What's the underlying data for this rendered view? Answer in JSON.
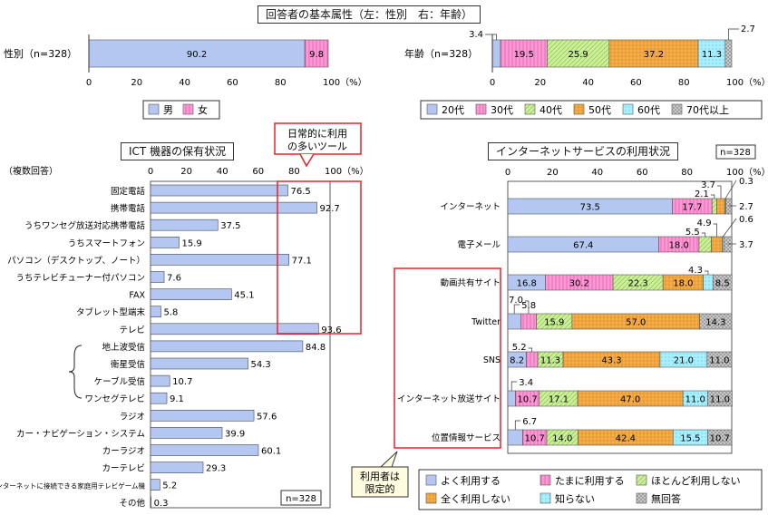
{
  "titles": {
    "demographics": "回答者の基本属性（左：性別　右：年齢）",
    "ict": "ICT 機器の保有状況",
    "internet": "インターネットサービスの利用状況",
    "callout_daily": "日常的に利用の多いツール",
    "callout_limited": "利用者は限定的",
    "multi_answer": "（複数回答）",
    "n_label_internet": "n=328",
    "n_label_ict": "n=328"
  },
  "colors": {
    "blue": "#b4c7f0",
    "pink": "#ff99d6",
    "green": "#ccf09a",
    "orange": "#f7b04b",
    "cyan": "#a8f0ff",
    "gray": "#c8c8c8",
    "callout_red": "#e8202a"
  },
  "chart_data": [
    {
      "id": "gender",
      "type": "bar",
      "orientation": "horizontal-stacked",
      "label": "性別（n=328）",
      "series": [
        {
          "name": "男",
          "values": [
            90.2
          ],
          "color": "#b4c7f0"
        },
        {
          "name": "女",
          "values": [
            9.8
          ],
          "color": "#ff99d6"
        }
      ],
      "xlim": [
        0,
        100
      ],
      "ticks": [
        "0",
        "20",
        "40",
        "60",
        "80",
        "100（%）"
      ]
    },
    {
      "id": "age",
      "type": "bar",
      "orientation": "horizontal-stacked",
      "label": "年齢（n=328）",
      "series": [
        {
          "name": "20代",
          "values": [
            3.4
          ],
          "color": "#b4c7f0"
        },
        {
          "name": "30代",
          "values": [
            19.5
          ],
          "color": "#ff99d6"
        },
        {
          "name": "40代",
          "values": [
            25.9
          ],
          "color": "#ccf09a"
        },
        {
          "name": "50代",
          "values": [
            37.2
          ],
          "color": "#f7b04b"
        },
        {
          "name": "60代",
          "values": [
            11.3
          ],
          "color": "#a8f0ff"
        },
        {
          "name": "70代以上",
          "values": [
            2.7
          ],
          "color": "#c8c8c8"
        }
      ],
      "xlim": [
        0,
        100
      ],
      "ticks": [
        "0",
        "20",
        "40",
        "60",
        "80",
        "100（%）"
      ]
    },
    {
      "id": "ict",
      "type": "bar",
      "orientation": "horizontal",
      "categories": [
        "固定電話",
        "携帯電話",
        "うちワンセグ放送対応携帯電話",
        "うちスマートフォン",
        "パソコン（デスクトップ、ノート）",
        "うちテレビチューナー付パソコン",
        "FAX",
        "タブレット型端末",
        "テレビ",
        "地上波受信",
        "衛星受信",
        "ケーブル受信",
        "ワンセグテレビ",
        "ラジオ",
        "カー・ナビゲーション・システム",
        "カーラジオ",
        "カーテレビ",
        "インターネットに接続できる家庭用テレビゲーム機",
        "その他"
      ],
      "values": [
        76.5,
        92.7,
        37.5,
        15.9,
        77.1,
        7.6,
        45.1,
        5.8,
        93.6,
        84.8,
        54.3,
        10.7,
        9.1,
        57.6,
        39.9,
        60.1,
        29.3,
        5.2,
        0.3
      ],
      "value_labels": [
        "76.5",
        "92.7",
        "37.5",
        "15.9",
        "77.1",
        "7.6",
        "45.1",
        "5.8",
        "93.6",
        "84.8",
        "54.3",
        "10.7",
        "9.1",
        "57.6",
        "39.9",
        "60.1",
        "29.3",
        "5.2",
        "0.3"
      ],
      "xlim": [
        0,
        100
      ],
      "ticks": [
        "0",
        "20",
        "40",
        "60",
        "80",
        "100（%）"
      ]
    },
    {
      "id": "internet",
      "type": "bar",
      "orientation": "horizontal-stacked",
      "categories": [
        "インターネット",
        "電子メール",
        "動画共有サイト",
        "Twitter",
        "SNS",
        "インターネット放送サイト",
        "位置情報サービス"
      ],
      "series": [
        {
          "name": "よく利用する",
          "values": [
            73.5,
            67.4,
            16.8,
            5.8,
            8.2,
            3.4,
            6.7
          ],
          "labels": [
            "73.5",
            "67.4",
            "16.8",
            "5.8",
            "8.2",
            "3.4",
            "6.7"
          ],
          "color": "#b4c7f0"
        },
        {
          "name": "たまに利用する",
          "values": [
            17.7,
            18.0,
            30.2,
            7.0,
            5.2,
            10.7,
            10.7
          ],
          "labels": [
            "17.7",
            "18.0",
            "30.2",
            "7.0",
            "5.2",
            "10.7",
            "10.7"
          ],
          "color": "#ff99d6"
        },
        {
          "name": "ほとんど利用しない",
          "values": [
            2.1,
            5.5,
            22.3,
            15.9,
            11.3,
            17.1,
            14.0
          ],
          "labels": [
            "2.1",
            "5.5",
            "22.3",
            "15.9",
            "11.3",
            "17.1",
            "14.0"
          ],
          "color": "#ccf09a"
        },
        {
          "name": "全く利用しない",
          "values": [
            3.7,
            4.9,
            18.0,
            57.0,
            43.3,
            47.0,
            42.4
          ],
          "labels": [
            "3.7",
            "4.9",
            "18.0",
            "57.0",
            "43.3",
            "47.0",
            "42.4"
          ],
          "color": "#f7b04b"
        },
        {
          "name": "知らない",
          "values": [
            0.3,
            0.6,
            4.3,
            0,
            21.0,
            11.0,
            15.5
          ],
          "labels": [
            "0.3",
            "0.6",
            "4.3",
            "",
            "21.0",
            "11.0",
            "15.5"
          ],
          "color": "#a8f0ff"
        },
        {
          "name": "無回答",
          "values": [
            2.7,
            3.7,
            8.5,
            14.3,
            11.0,
            11.0,
            10.7
          ],
          "labels": [
            "2.7",
            "3.7",
            "8.5",
            "14.3",
            "11.0",
            "11.0",
            "10.7"
          ],
          "color": "#c8c8c8"
        }
      ],
      "xlim": [
        0,
        100
      ],
      "ticks": [
        "0",
        "20",
        "40",
        "60",
        "80",
        "100（%）"
      ]
    }
  ]
}
